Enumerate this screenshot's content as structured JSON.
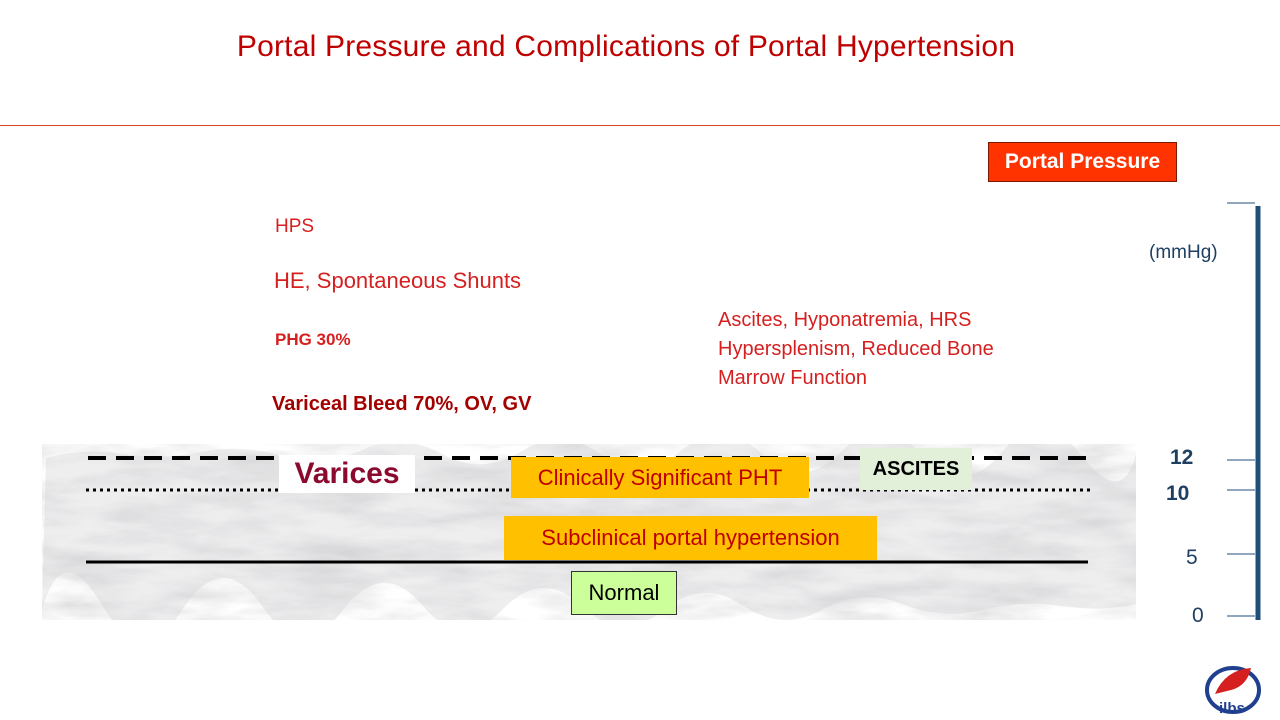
{
  "title": "Portal Pressure and Complications of Portal Hypertension",
  "complications": {
    "hps": "HPS",
    "he": "HE, Spontaneous Shunts",
    "phg": "PHG 30%",
    "variceal": "Variceal Bleed 70%, OV, GV",
    "ascites_line1": "Ascites, Hyponatremia, HRS",
    "ascites_line2": "Hypersplenism, Reduced Bone",
    "ascites_line3": "Marrow Function"
  },
  "scale": {
    "label": "Portal Pressure",
    "unit": "(mmHg)",
    "ticks": [
      "12",
      "10",
      "5",
      "0"
    ]
  },
  "levels": {
    "varices": "Varices",
    "clinically_significant": "Clinically Significant PHT",
    "ascites": "ASCITES",
    "subclinical": "Subclinical portal hypertension",
    "normal": "Normal"
  },
  "logo": {
    "text": "ilbs"
  },
  "colors": {
    "title": "#c00000",
    "accent_orange": "#ffc000",
    "portal_box": "#ff3300",
    "normal_green": "#ccff99",
    "scale_blue": "#1f3f62"
  }
}
